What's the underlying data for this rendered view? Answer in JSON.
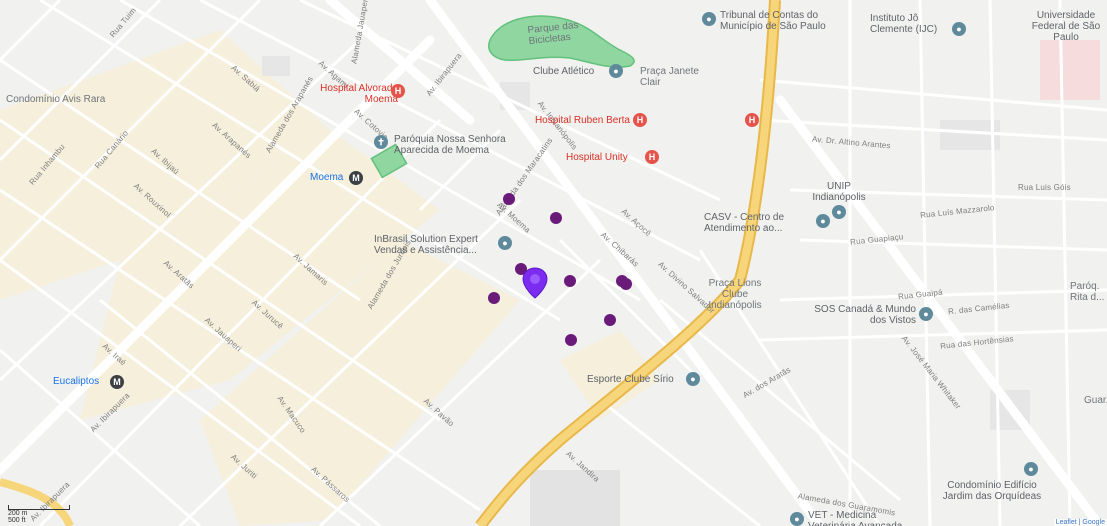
{
  "map": {
    "colors": {
      "background": "#f1f1ef",
      "highway": "#f5c44e",
      "major_road": "#ffffff",
      "park": "#63c17c",
      "hospital_red": "#e5534b",
      "marker_purple": "#6a1b7a",
      "selected_pin": "#7b2cf0"
    },
    "streets": [
      "Av. Ibirapuera",
      "Av. Ibirapuera",
      "Av. Ibirapuera",
      "Av. Indianópolis",
      "Av. Moema",
      "Av. Jamaris",
      "Av. Jurucê",
      "Av. Arapanés",
      "Av. Rouxinol",
      "Av. Aratãs",
      "Av. Jauaperi",
      "Av. Juriti",
      "Av. Agami",
      "Av. Sabiá",
      "Av. Cotovia",
      "Av. Iraé",
      "Av. Ibijaú",
      "Av. Pavão",
      "Av. Jandira",
      "Av. Chibarás",
      "Av. Açocê",
      "Av. Divino Salvador",
      "Av. Dr. Altino Arantes",
      "Av. José Maria Whitaker",
      "Av. dos Aratãs",
      "Alameda dos Maracatins",
      "Alameda dos Arapanés",
      "Alameda dos Jurupis",
      "Alameda dos Guaramomis",
      "Rua Tuim",
      "Rua Canário",
      "Rua Inhambu",
      "Rua Luis Góis",
      "Rua Luís Mazzarolo",
      "Rua Guapiaçu",
      "Rua Guaipá",
      "R. das Camélias",
      "Rua das Hortênsias",
      "Alameda Jauaperi",
      "Av. Macuco",
      "Av. Pássaros"
    ],
    "places": {
      "hospital_alvorada": "Hospital Alvorada Moema",
      "hospital_ruben": "Hospital Ruben Berta",
      "hospital_unity": "Hospital Unity",
      "paroquia": "Paróquia Nossa Senhora Aparecida de Moema",
      "moema": "Moema",
      "inbrasil": "InBrasil Solution Expert Vendas e Assistência...",
      "clube_atletico": "Clube Atlético",
      "praca_janete": "Praça Janete Clair",
      "praca_lions": "Praça Lions Clube Indianópolis",
      "tribunal": "Tribunal de Contas do Município de São Paulo",
      "instituto": "Instituto Jô Clemente (IJC)",
      "universidade": "Universidade Federal de São Paulo",
      "unip": "UNIP Indianópolis",
      "casv": "CASV - Centro de Atendimento ao...",
      "sos_canada": "SOS Canadá & Mundo dos Vistos",
      "esporte_clube": "Esporte Clube Sírio",
      "eucaliptos": "Eucaliptos",
      "condominio_avis": "Condomínio Avis Rara",
      "condominio_edificio": "Condomínio Edifício Jardim das Orquídeas",
      "vet": "VET - Medicina Veterinária Avançada",
      "parque": "Parque das Bicicletas",
      "paroq_rita": "Paróq. Rita d...",
      "guar": "Guar..."
    },
    "selected_pin": "selected-location",
    "data_markers_count": "10",
    "scale": {
      "metric": "200 m",
      "imperial": "500 ft"
    },
    "attribution": "Leaflet | Google"
  }
}
